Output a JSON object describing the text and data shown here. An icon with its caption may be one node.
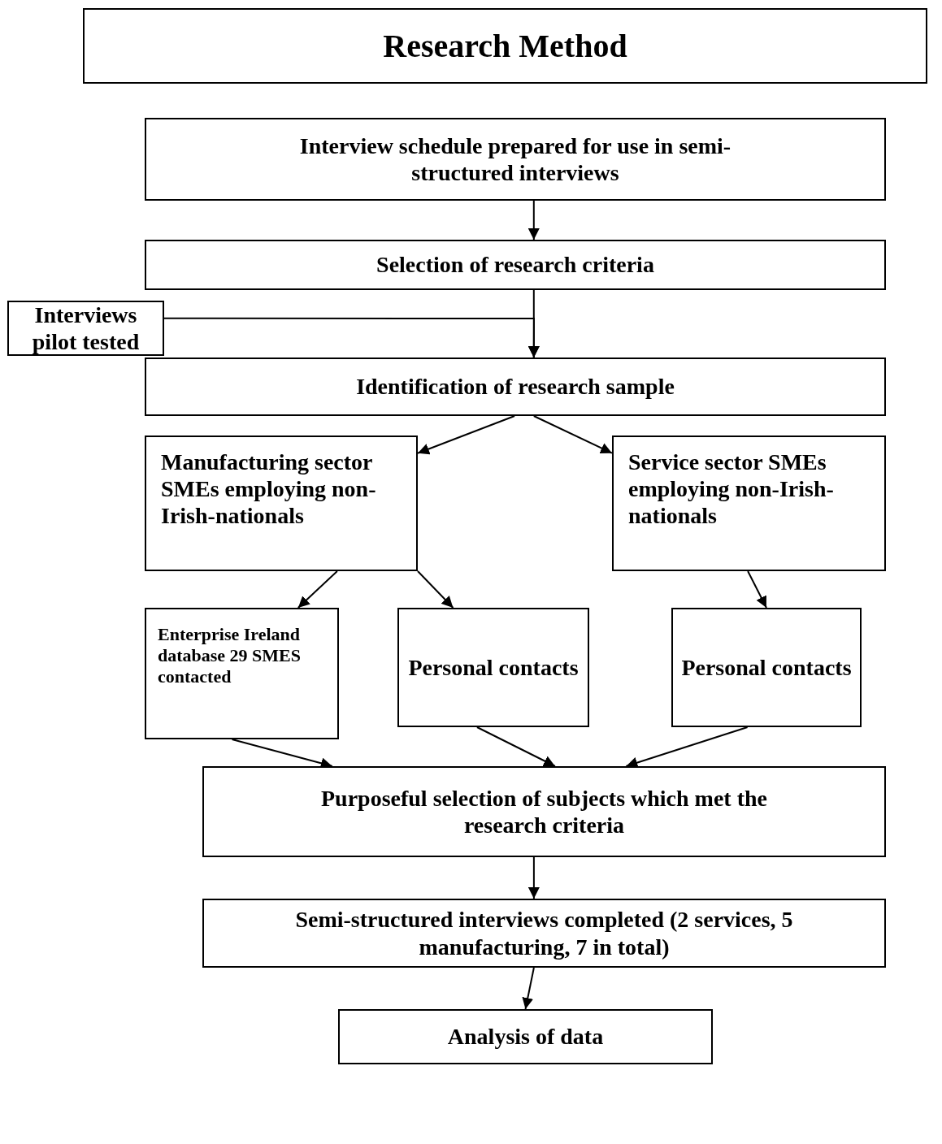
{
  "diagram": {
    "title": "Research Method",
    "nodes": [
      {
        "text": [
          "Interview schedule prepared for use in semi-structured interviews"
        ]
      },
      {
        "text": [
          "Selection of research criteria"
        ]
      },
      {
        "text": [
          "Interviews pilot tested"
        ]
      },
      {
        "text": [
          "Identification of research sample"
        ]
      },
      {
        "text": [
          "Manufacturing sector SMEs employing non-Irish-nationals"
        ]
      },
      {
        "text": [
          "Service sector SMEs employing non-Irish-nationals"
        ]
      },
      {
        "text": [
          "Enterprise Ireland database 29 SMES contacted"
        ]
      },
      {
        "text": [
          "Personal contacts"
        ]
      },
      {
        "text": [
          "Personal contacts"
        ]
      },
      {
        "text": [
          "Purposeful selection of subjects which met the research criteria"
        ]
      },
      {
        "text": [
          "Semi-structured interviews completed (2 services, 5 manufacturing, 7 in total)"
        ]
      },
      {
        "text": [
          "Analysis of data"
        ]
      }
    ],
    "edges": [
      {
        "from": 0,
        "to": 1,
        "arrow": "to"
      },
      {
        "from": 1,
        "to": 3,
        "arrow": "to"
      },
      {
        "from": 2,
        "to": 3,
        "arrow": "to"
      },
      {
        "from": 3,
        "to": 4,
        "arrow": "to"
      },
      {
        "from": 3,
        "to": 5,
        "arrow": "to"
      },
      {
        "from": 4,
        "to": 6,
        "arrow": "to"
      },
      {
        "from": 4,
        "to": 7,
        "arrow": "to"
      },
      {
        "from": 5,
        "to": 8,
        "arrow": "to"
      },
      {
        "from": 6,
        "to": 9,
        "arrow": "to"
      },
      {
        "from": 7,
        "to": 9,
        "arrow": "to"
      },
      {
        "from": 8,
        "to": 9,
        "arrow": "to"
      },
      {
        "from": 9,
        "to": 10,
        "arrow": "to"
      },
      {
        "from": 10,
        "to": 11,
        "arrow": "to"
      }
    ]
  }
}
